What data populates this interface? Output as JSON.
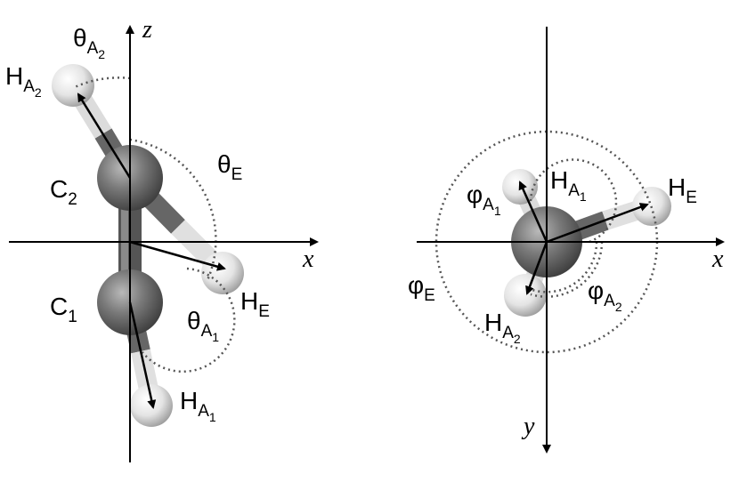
{
  "left_panel": {
    "axis_z": "z",
    "axis_x": "x",
    "atoms": {
      "c2": {
        "main": "C",
        "sub": "2"
      },
      "c1": {
        "main": "C",
        "sub": "1"
      },
      "h_a2": {
        "main": "H",
        "sub": "A",
        "subsub": "2"
      },
      "h_e": {
        "main": "H",
        "sub": "E"
      },
      "h_a1": {
        "main": "H",
        "sub": "A",
        "subsub": "1"
      }
    },
    "angles": {
      "theta_a2": {
        "main": "θ",
        "sub": "A",
        "subsub": "2"
      },
      "theta_e": {
        "main": "θ",
        "sub": "E"
      },
      "theta_a1": {
        "main": "θ",
        "sub": "A",
        "subsub": "1"
      }
    }
  },
  "right_panel": {
    "axis_x": "x",
    "axis_y": "y",
    "atoms": {
      "h_a1": {
        "main": "H",
        "sub": "A",
        "subsub": "1"
      },
      "h_e": {
        "main": "H",
        "sub": "E"
      },
      "h_a2": {
        "main": "H",
        "sub": "A",
        "subsub": "2"
      }
    },
    "angles": {
      "phi_a1": {
        "main": "φ",
        "sub": "A",
        "subsub": "1"
      },
      "phi_e": {
        "main": "φ",
        "sub": "E"
      },
      "phi_a2": {
        "main": "φ",
        "sub": "A",
        "subsub": "2"
      }
    }
  },
  "colors": {
    "carbon": "#6e6e6e",
    "hydrogen": "#e6e6e6",
    "axis": "#000000",
    "dotted": "#555555"
  }
}
